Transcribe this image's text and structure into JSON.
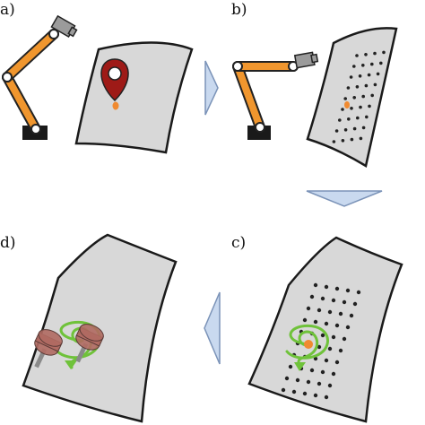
{
  "panels": [
    {
      "label": "a)"
    },
    {
      "label": "b)"
    },
    {
      "label": "c)"
    },
    {
      "label": "d)"
    }
  ],
  "colors": {
    "robot_arm": "#f0962e",
    "robot_outline": "#222222",
    "robot_base": "#1a1a1a",
    "sensor_gray": "#9b9b9b",
    "surface_fill": "#d8d8d8",
    "surface_stroke": "#1a1a1a",
    "pin_red": "#9e1a17",
    "target_orange": "#f08a30",
    "grid_dot": "#222222",
    "spiral_green": "#6fc23a",
    "arrow_fill": "#c9d9ef",
    "arrow_stroke": "#7b93b8",
    "tool_brown": "#b06a62"
  },
  "icons": {
    "robot": "industrial-robot-arm-icon",
    "pin": "map-pin-icon",
    "arrow": "triangle-arrow-icon",
    "tool": "probe-tool-icon"
  }
}
